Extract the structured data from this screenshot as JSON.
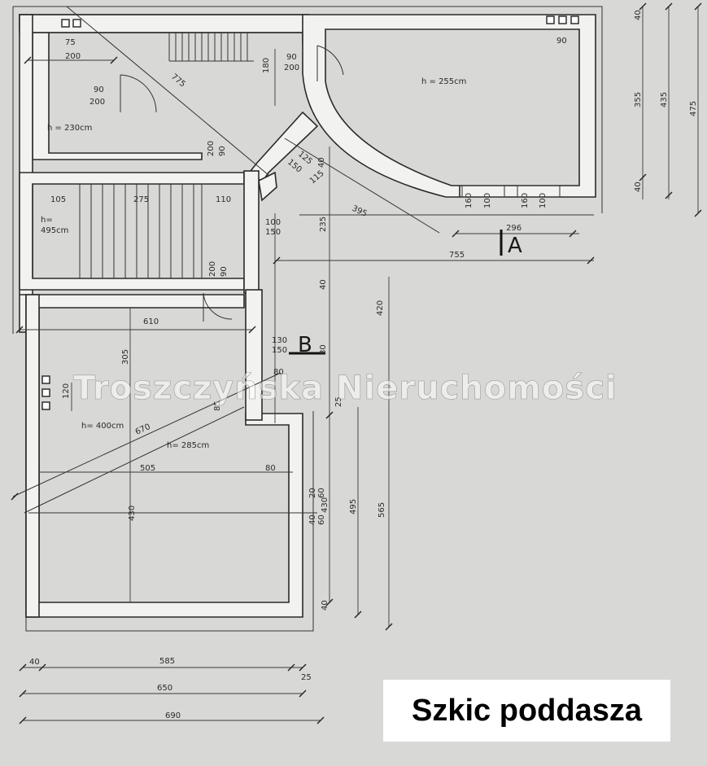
{
  "title": "Szkic poddasza",
  "watermark": "Troszczyńska Nieruchomości",
  "section_marks": [
    "A",
    "B"
  ],
  "rooms": {
    "top_left_height": "h = 230cm",
    "top_right_height": "h = 255cm",
    "stair_height": "h=\n495cm",
    "big_room_height1": "h= 400cm",
    "big_room_height2": "h= 285cm"
  },
  "dims": {
    "d75": "75",
    "d200a": "200",
    "d90a": "90",
    "d200b": "200",
    "d775": "775",
    "d180": "180",
    "d90c": "90",
    "d200c": "200",
    "d90d": "90",
    "d200d": "200",
    "d90e": "90",
    "d125": "125",
    "d150a": "150",
    "d40a": "40",
    "d115": "115",
    "d395": "395",
    "d105": "105",
    "d275": "275",
    "d110": "110",
    "d100a": "100",
    "d150b": "150",
    "d235": "235",
    "d160a": "160",
    "d100b": "100",
    "d160b": "160",
    "d100c": "100",
    "d296": "296",
    "d755": "755",
    "d200e": "200",
    "d90f": "90",
    "d40b": "40",
    "d420": "420",
    "d610": "610",
    "d305": "305",
    "d130": "130",
    "d150c": "150",
    "d80a": "80",
    "d80b": "80",
    "d120": "120",
    "d85": "85",
    "d25a": "25",
    "d670": "670",
    "d505": "505",
    "d80c": "80",
    "d430a": "430",
    "d20": "20",
    "d60a": "60",
    "d40c": "40",
    "d60b": "60",
    "d430b": "430",
    "d495": "495",
    "d565": "565",
    "d40d": "40",
    "d40r1": "40",
    "d355": "355",
    "d435": "435",
    "d475": "475",
    "d40r2": "40",
    "d40e": "40",
    "d585": "585",
    "d25b": "25",
    "d650": "650",
    "d690": "690"
  }
}
